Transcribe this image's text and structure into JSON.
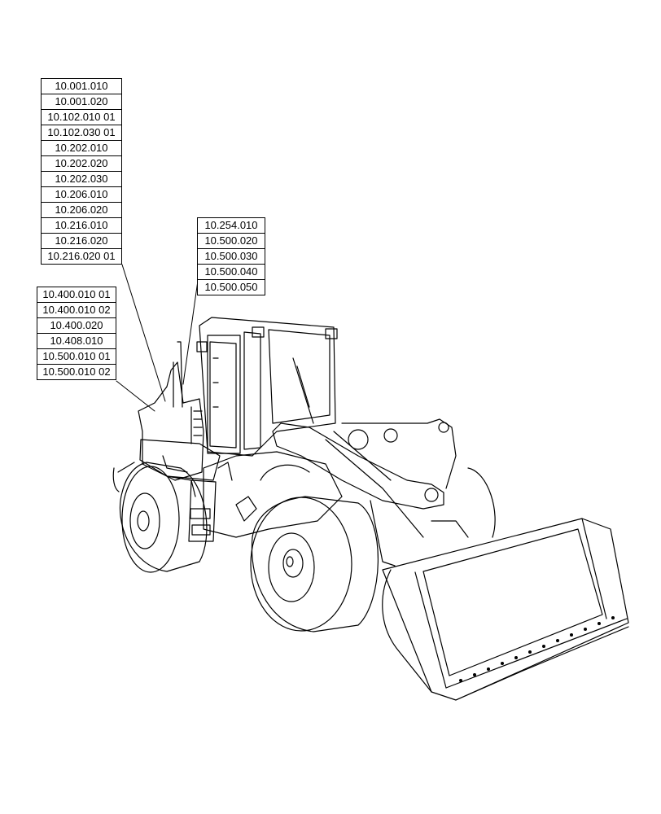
{
  "diagram": {
    "subject": "wheel loader",
    "reference_groups": [
      {
        "refs": [
          "10.001.010",
          "10.001.020",
          "10.102.010 01",
          "10.102.030 01",
          "10.202.010",
          "10.202.020",
          "10.202.030",
          "10.206.010",
          "10.206.020",
          "10.216.010",
          "10.216.020",
          "10.216.020 01"
        ]
      },
      {
        "refs": [
          "10.254.010",
          "10.500.020",
          "10.500.030",
          "10.500.040",
          "10.500.050"
        ]
      },
      {
        "refs": [
          "10.400.010 01",
          "10.400.010 02",
          "10.400.020",
          "10.408.010",
          "10.500.010 01",
          "10.500.010 02"
        ]
      }
    ]
  }
}
